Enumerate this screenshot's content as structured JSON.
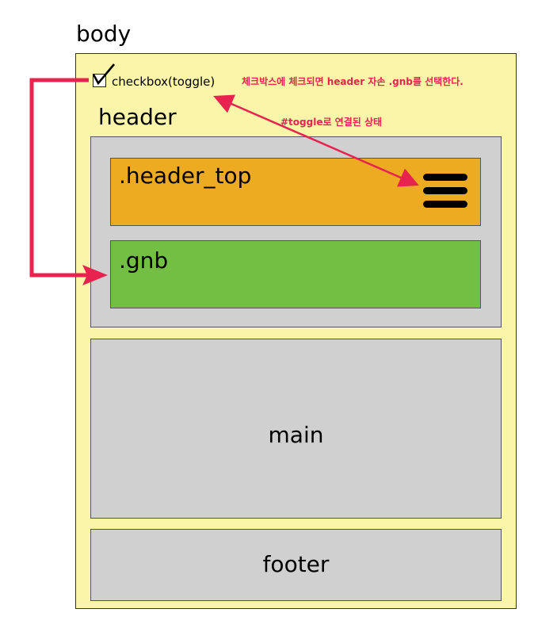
{
  "labels": {
    "body": "body",
    "checkbox": "checkbox(toggle)",
    "note_select": "체크박스에 체크되면 header 자손 .gnb를 선택한다.",
    "note_link": "#toggle로 연결된 상태",
    "header": "header",
    "header_top": ".header_top",
    "gnb": ".gnb",
    "main": "main",
    "footer": "footer"
  },
  "icons": {
    "checkbox_mark": "checkmark-icon",
    "menu": "hamburger-menu-icon"
  },
  "colors": {
    "body_bg": "#fbf5aa",
    "header_bg": "#d0d0d0",
    "header_top_bg": "#ecab21",
    "gnb_bg": "#72bf44",
    "main_bg": "#d0d0d0",
    "footer_bg": "#d0d0d0",
    "arrow": "#e8234f"
  },
  "checkbox_checked": true
}
